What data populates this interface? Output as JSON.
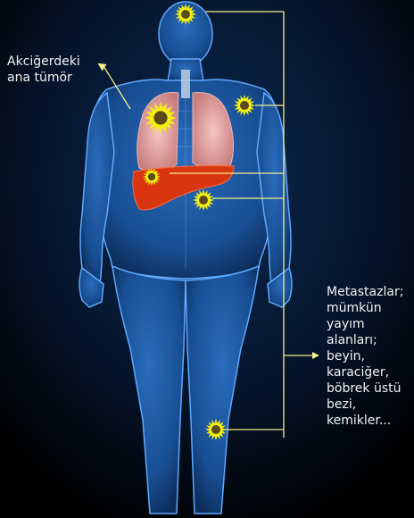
{
  "labels": {
    "primary_tumor": [
      "Akciğerdeki",
      "ana tümör"
    ],
    "metastasis": [
      "Metastazlar;",
      "mümkün",
      "yayım",
      "alanları;",
      "beyin,",
      "karaciğer,",
      "böbrek üstü",
      "bezi,",
      "kemikler..."
    ]
  },
  "colors": {
    "background": "#000000",
    "body": "#1f5fa8",
    "body_edge": "#5fa8ff",
    "lungs": "#e9a7a7",
    "liver": "#d9360f",
    "tumor": "#f2ee10",
    "tumor_core": "#5b4a1a",
    "pointer_line": "#f4f08a",
    "text": "#f2f2f2"
  },
  "icons": [
    "tumor-starburst-icon",
    "arrow-right-icon",
    "arrow-up-left-icon"
  ]
}
